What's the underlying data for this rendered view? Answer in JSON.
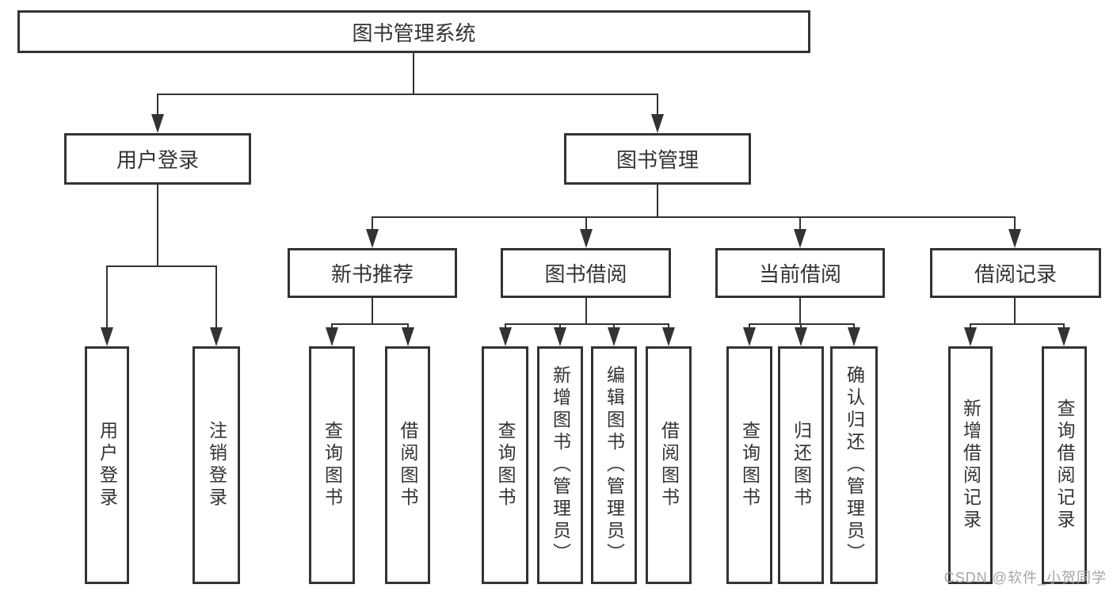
{
  "diagram": {
    "title": "图书管理系统",
    "level2": {
      "user_login": "用户登录",
      "book_management": "图书管理"
    },
    "level3": {
      "new_book_recommend": "新书推荐",
      "book_borrow": "图书借阅",
      "current_borrow": "当前借阅",
      "borrow_records": "借阅记录"
    },
    "leaves": {
      "user_login": [
        "用户登录",
        "注销登录"
      ],
      "new_book_recommend": [
        "查询图书",
        "借阅图书"
      ],
      "book_borrow": [
        "查询图书",
        "新增图书（管理员）",
        "编辑图书（管理员）",
        "借阅图书"
      ],
      "current_borrow": [
        "查询图书",
        "归还图书",
        "确认归还（管理员）"
      ],
      "borrow_records": [
        "新增借阅记录",
        "查询借阅记录"
      ]
    }
  },
  "watermark": {
    "text": "CSDN @软件_小贺同学",
    "color": "#a6a6a6"
  },
  "colors": {
    "line": "#333333",
    "text": "#333333",
    "background": "#ffffff"
  }
}
